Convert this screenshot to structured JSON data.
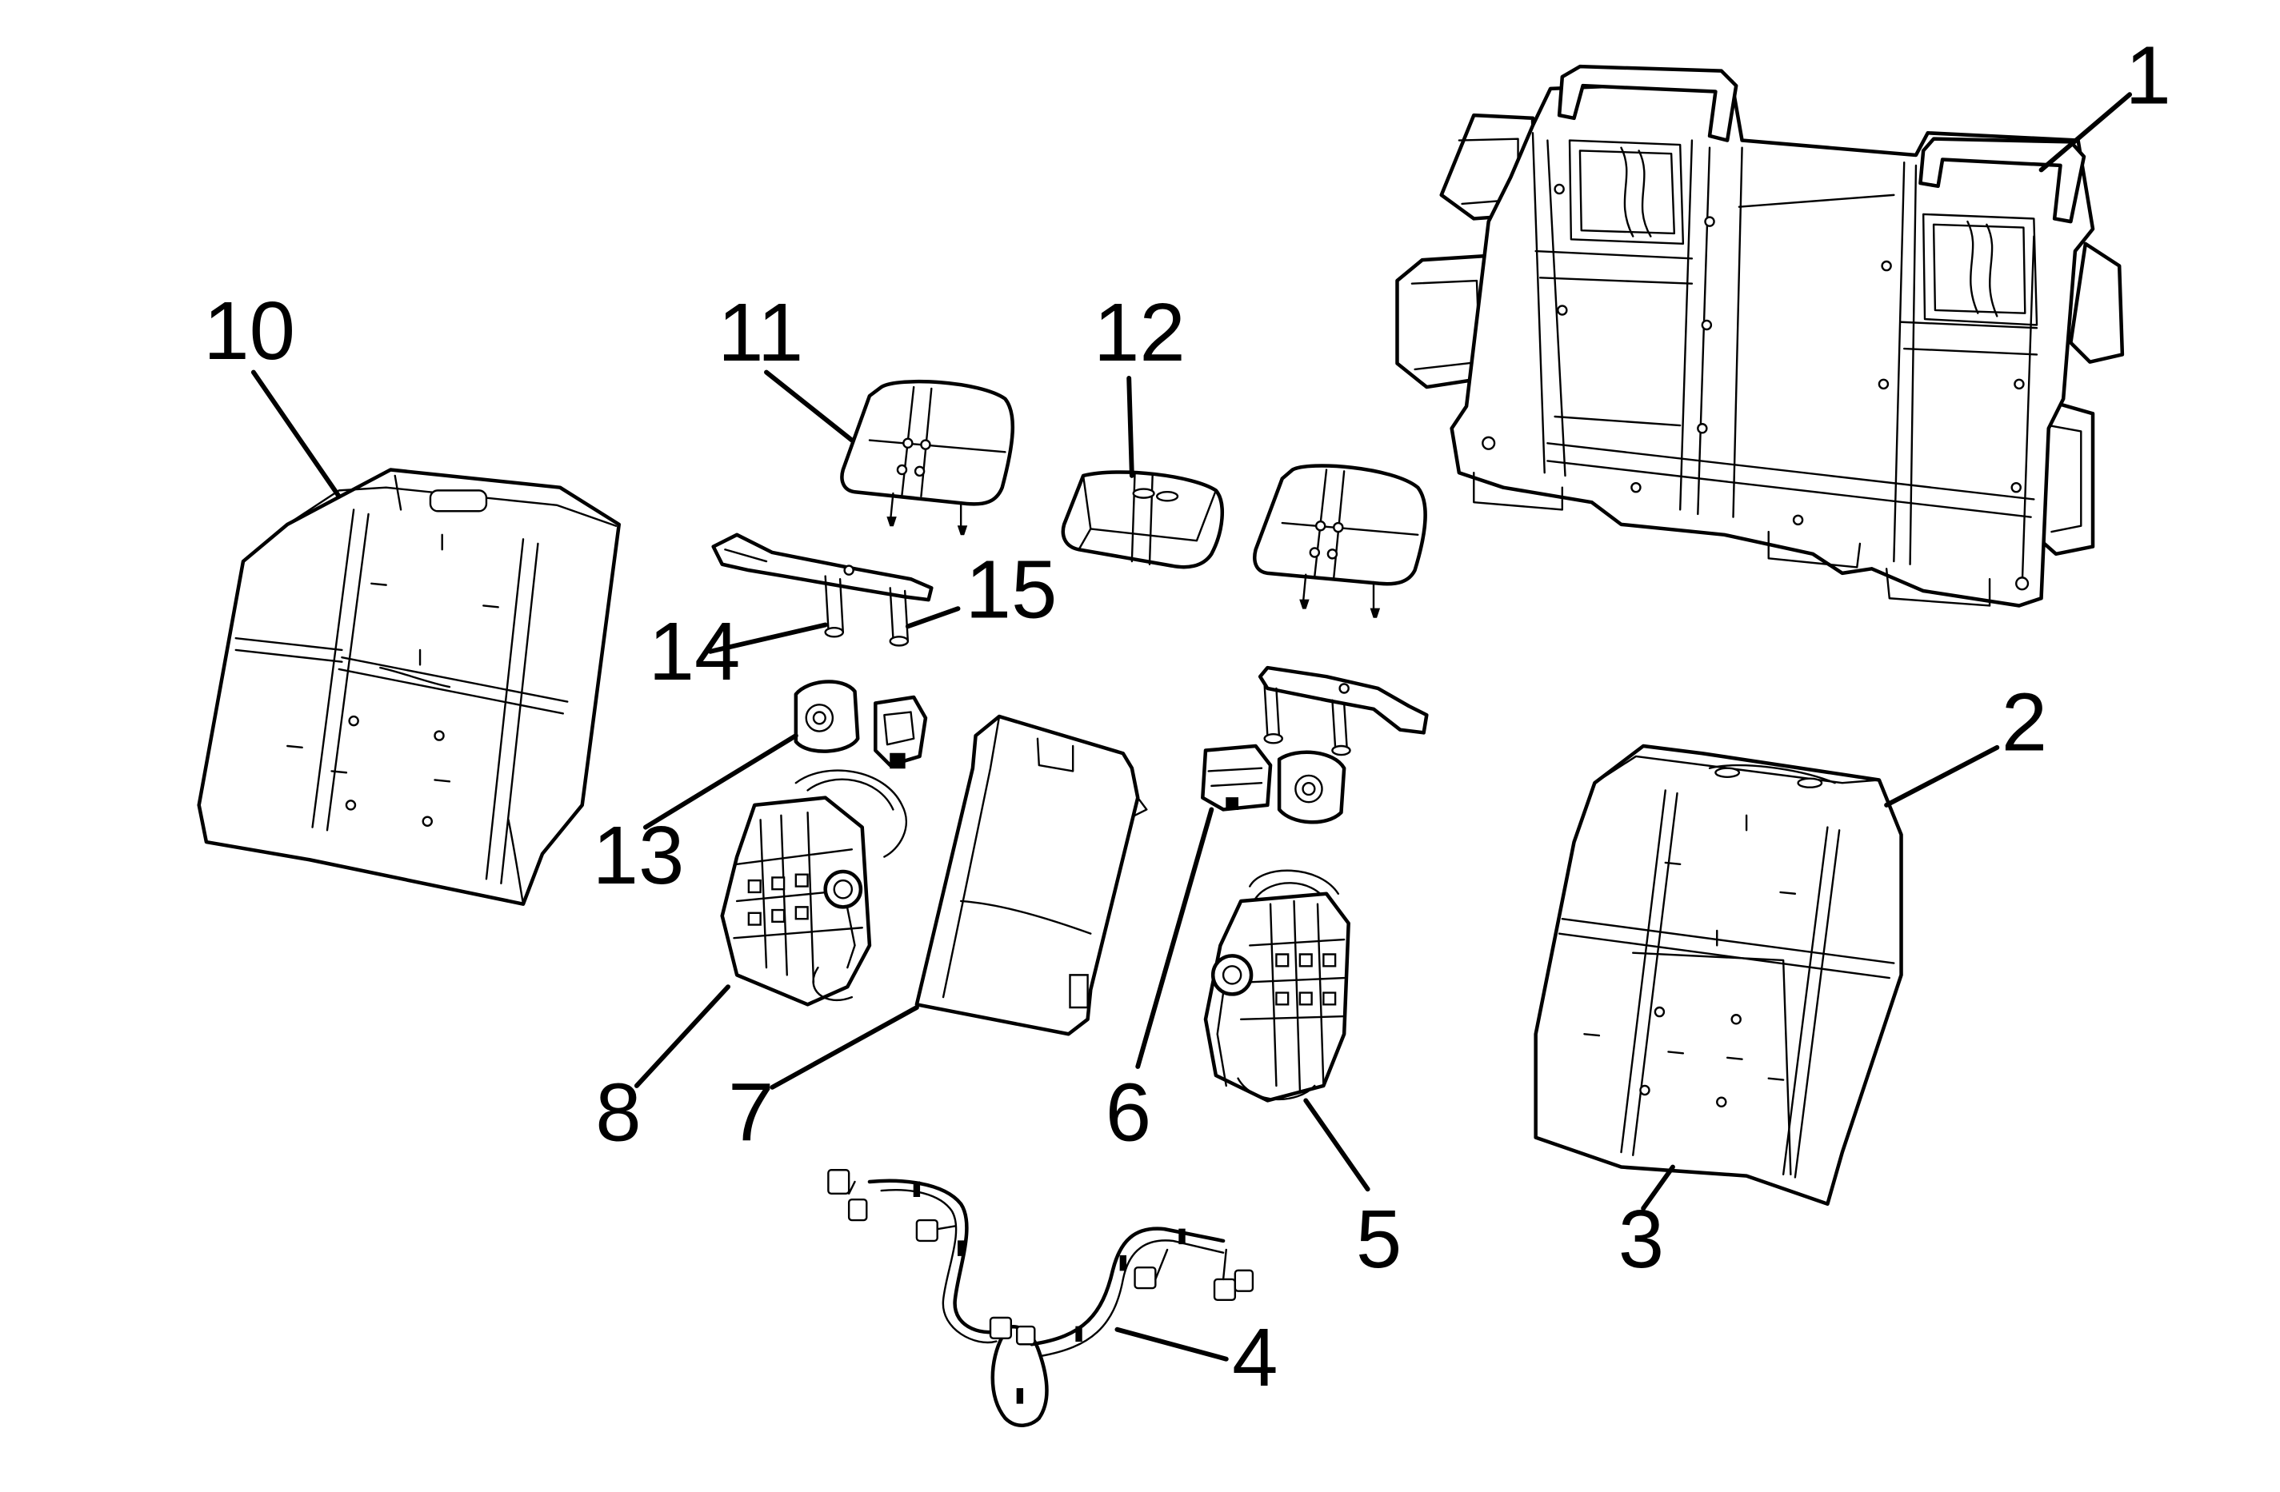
{
  "diagram": {
    "callouts": [
      {
        "id": "c1",
        "text": "1"
      },
      {
        "id": "c2",
        "text": "2"
      },
      {
        "id": "c3",
        "text": "3"
      },
      {
        "id": "c4",
        "text": "4"
      },
      {
        "id": "c5",
        "text": "5"
      },
      {
        "id": "c6",
        "text": "6"
      },
      {
        "id": "c7",
        "text": "7"
      },
      {
        "id": "c8",
        "text": "8"
      },
      {
        "id": "c10",
        "text": "10"
      },
      {
        "id": "c11",
        "text": "11"
      },
      {
        "id": "c12",
        "text": "12"
      },
      {
        "id": "c13",
        "text": "13"
      },
      {
        "id": "c14",
        "text": "14"
      },
      {
        "id": "c15",
        "text": "15"
      }
    ]
  }
}
